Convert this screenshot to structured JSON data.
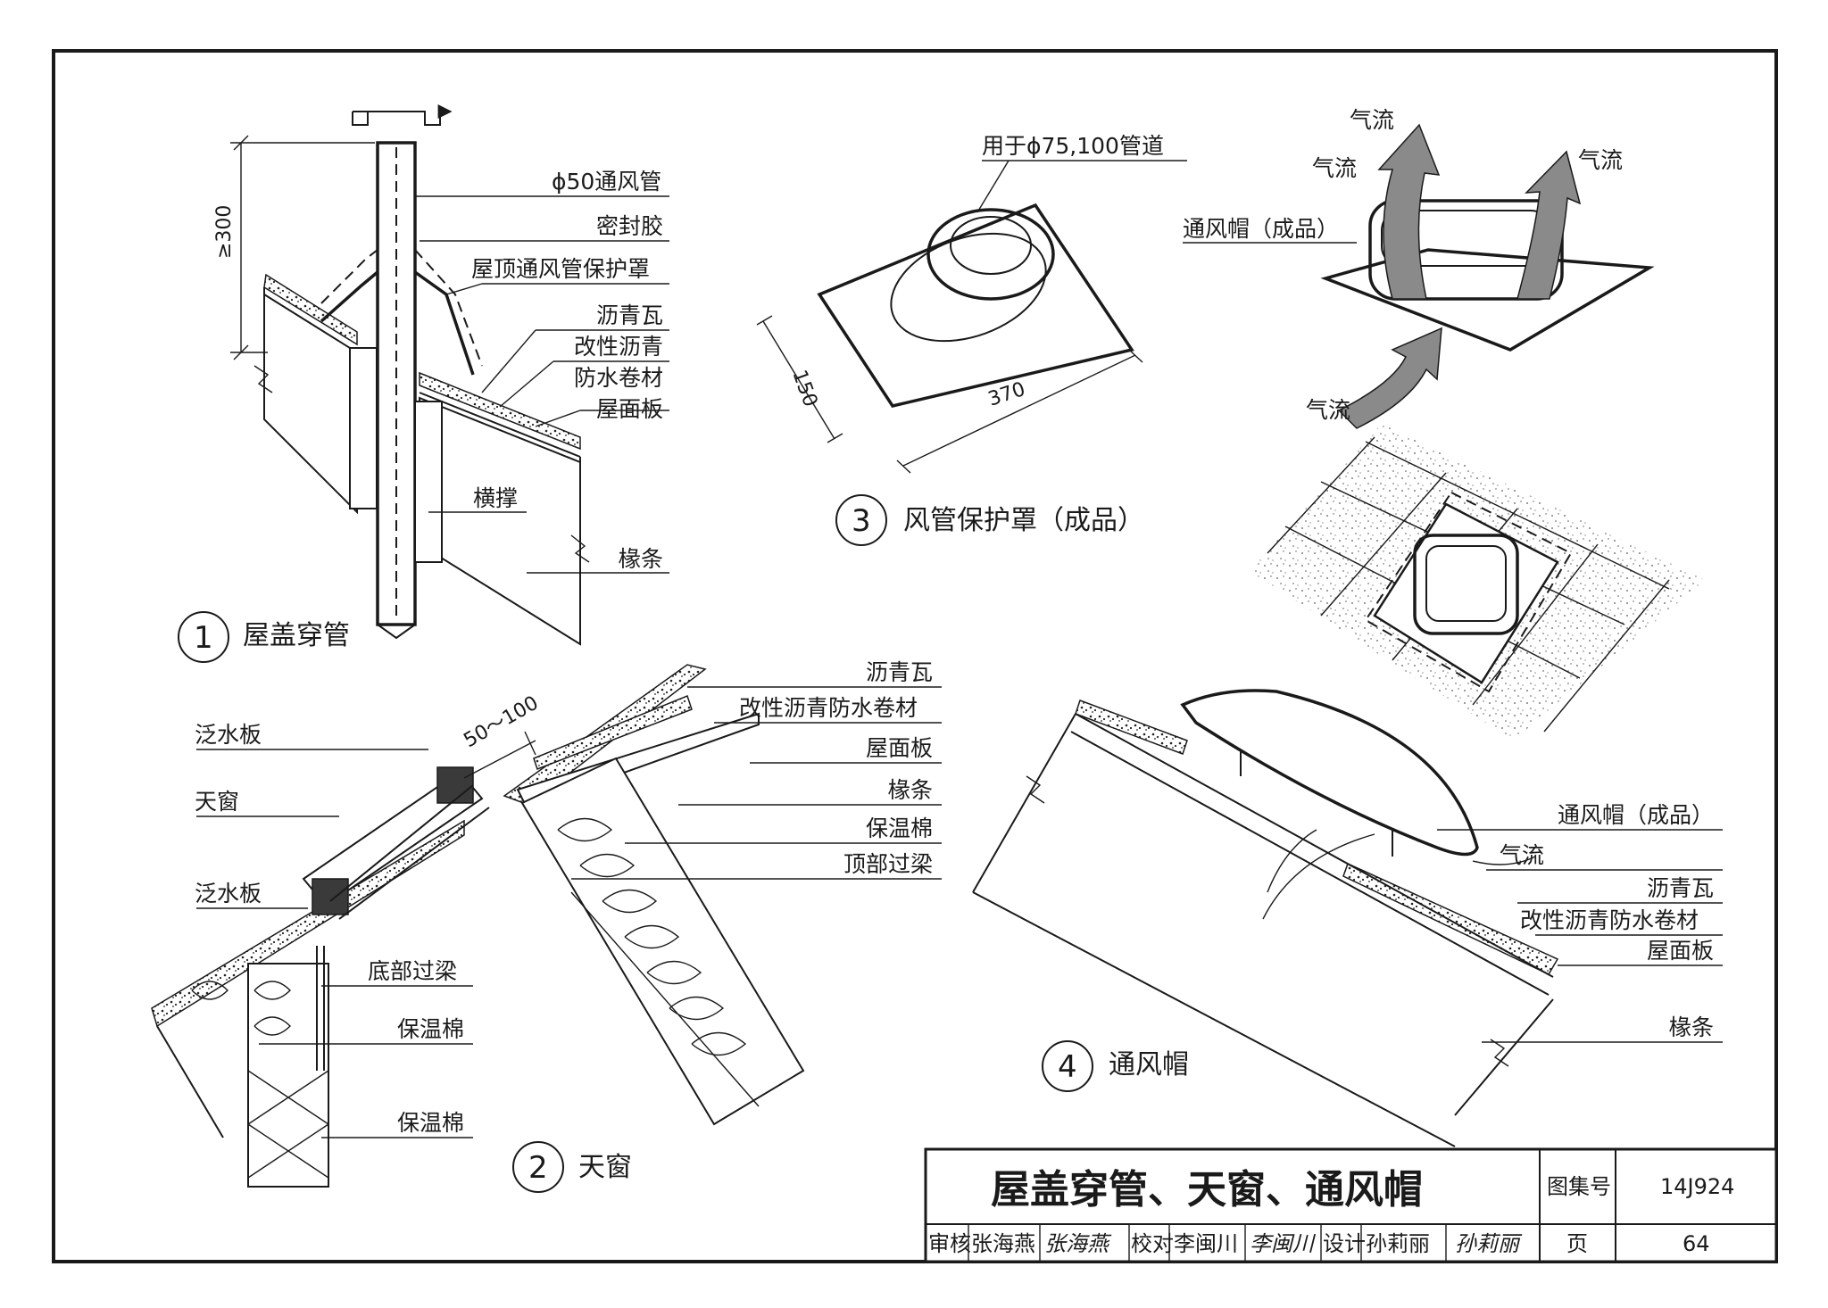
{
  "detail1": {
    "number": "1",
    "title": "屋盖穿管",
    "dimension": "≥300",
    "labels": [
      "ϕ50通风管",
      "密封胶",
      "屋顶通风管保护罩",
      "沥青瓦",
      "改性沥青",
      "防水卷材",
      "屋面板",
      "横撑",
      "椽条"
    ]
  },
  "detail2": {
    "number": "2",
    "title": "天窗",
    "dimension": "50～100",
    "right_labels": [
      "沥青瓦",
      "改性沥青防水卷材",
      "屋面板",
      "椽条",
      "保温棉",
      "顶部过梁"
    ],
    "left_labels": [
      "泛水板",
      "天窗",
      "泛水板"
    ],
    "bottom_labels": [
      "底部过梁",
      "保温棉",
      "保温棉"
    ]
  },
  "detail3": {
    "number": "3",
    "title": "风管保护罩（成品）",
    "note": "用于ϕ75,100管道",
    "dim_width": "150",
    "dim_length": "370"
  },
  "detail3b": {
    "cap_label": "通风帽（成品）",
    "airflow": [
      "气流",
      "气流",
      "气流",
      "气流"
    ]
  },
  "detail4": {
    "number": "4",
    "title": "通风帽",
    "labels": [
      "通风帽（成品）",
      "气流",
      "沥青瓦",
      "改性沥青防水卷材",
      "屋面板",
      "椽条"
    ]
  },
  "title_block": {
    "title": "屋盖穿管、天窗、通风帽",
    "atlas_label": "图集号",
    "atlas_no": "14J924",
    "review_label": "审核",
    "reviewer": "张海燕",
    "reviewer_sig": "张海燕",
    "check_label": "校对",
    "checker": "李闽川",
    "checker_sig": "李闽川",
    "design_label": "设计",
    "designer": "孙莉丽",
    "designer_sig": "孙莉丽",
    "page_label": "页",
    "page_no": "64"
  }
}
